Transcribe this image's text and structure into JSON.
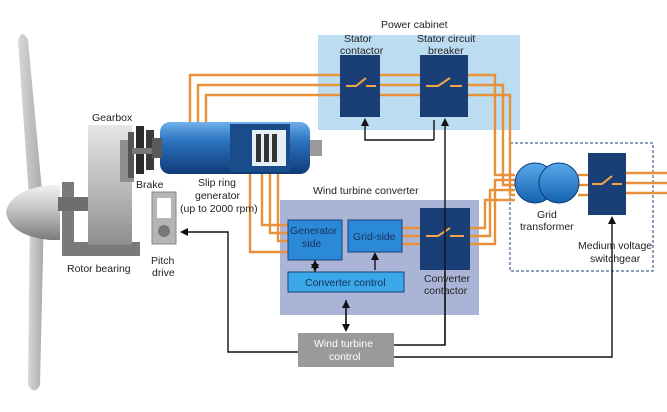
{
  "labels": {
    "power_cabinet": "Power cabinet",
    "stator_contactor": [
      "Stator",
      "contactor"
    ],
    "stator_circuit_breaker": [
      "Stator circuit",
      "breaker"
    ],
    "gearbox": "Gearbox",
    "brake": "Brake",
    "slip_ring_generator": [
      "Slip ring",
      "generator",
      "(up to 2000 rpm)"
    ],
    "wind_turbine_converter": "Wind turbine converter",
    "generator_side": [
      "Generator",
      "side"
    ],
    "grid_side": "Grid-side",
    "converter_control": "Converter control",
    "converter_contactor": [
      "Converter",
      "contactor"
    ],
    "grid_transformer": [
      "Grid",
      "transformer"
    ],
    "medium_voltage_switchgear": [
      "Medium voltage",
      "switchgear"
    ],
    "rotor_bearing": "Rotor bearing",
    "pitch_drive": [
      "Pitch",
      "drive"
    ],
    "wind_turbine_control": [
      "Wind turbine",
      "control"
    ]
  },
  "colors": {
    "cable": "#e8913a",
    "power_cabinet_bg": "#bcdcf2",
    "converter_bg": "#aab4d6",
    "switch_box": "#1a3f77",
    "module_blue": "#2a8ad8",
    "control_box": "#9a9a9a",
    "generator_blue": "#2d74c0"
  }
}
